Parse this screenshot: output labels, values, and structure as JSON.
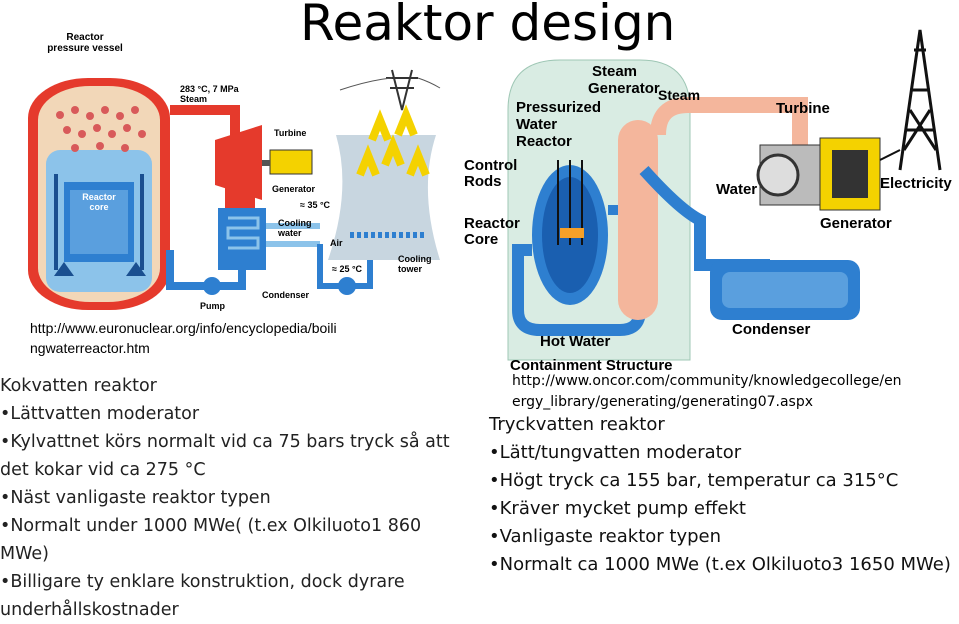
{
  "slide": {
    "title": "Reaktor design"
  },
  "bwr_diagram": {
    "labels": {
      "vessel": "Reactor\npressure vessel",
      "steam": "283 °C, 7 MPa\nSteam",
      "turbine": "Turbine",
      "generator": "Generator",
      "temp35": "≈ 35 °C",
      "cooling_water": "Cooling\nwater",
      "air": "Air",
      "temp25": "≈ 25 °C",
      "cooling_tower": "Cooling\ntower",
      "condenser": "Condenser",
      "pump": "Pump",
      "core": "Reactor\ncore"
    },
    "source_url": "http://www.euronuclear.org/info/encyclopedia/boili ngwaterreactor.htm"
  },
  "pwr_diagram": {
    "labels": {
      "steam_generator": "Steam\nGenerator",
      "steam": "Steam",
      "pressurized": "Pressurized\nWater\nReactor",
      "control_rods": "Control\nRods",
      "turbine": "Turbine",
      "electricity": "Electricity",
      "water": "Water",
      "generator": "Generator",
      "reactor_core": "Reactor\nCore",
      "hot_water": "Hot Water",
      "condenser": "Condenser",
      "containment": "Containment Structure"
    },
    "source_url": "http://www.oncor.com/community/knowledgecollege/en ergy_library/generating/generating07.aspx"
  },
  "bwr_text": {
    "heading": "Kokvatten reaktor",
    "bullets": [
      "•Lättvatten moderator",
      "•Kylvattnet körs normalt vid ca 75 bars tryck så att det kokar vid ca 275 °C",
      "•Näst vanligaste reaktor typen",
      "•Normalt under 1000 MWe( (t.ex Olkiluoto1 860 MWe)",
      "•Billigare ty enklare konstruktion, dock dyrare underhållskostnader"
    ]
  },
  "pwr_text": {
    "heading": "Tryckvatten reaktor",
    "bullets": [
      "•Lätt/tungvatten moderator",
      "•Högt tryck ca 155 bar, temperatur ca 315°C",
      "•Kräver mycket pump effekt",
      "•Vanligaste reaktor typen",
      "•Normalt ca 1000 MWe (t.ex Olkiluoto3 1650 MWe)"
    ]
  },
  "colors": {
    "red": "#e53a2c",
    "blue": "#2e7fd0",
    "light_blue": "#8cc3ea",
    "yellow": "#f4d200",
    "containment": "#d9ece3"
  }
}
